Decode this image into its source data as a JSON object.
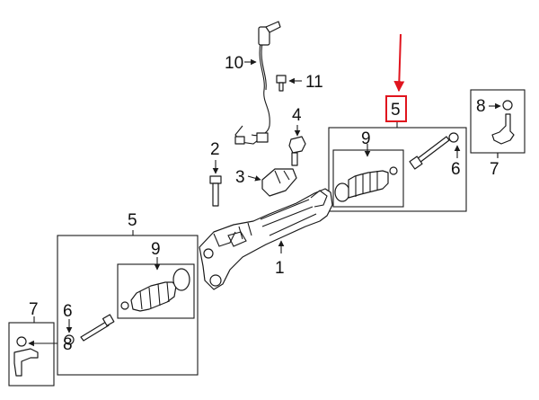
{
  "diagram": {
    "callouts": {
      "c1": "1",
      "c2": "2",
      "c3": "3",
      "c4": "4",
      "c5_highlight": "5",
      "c5_left": "5",
      "c6_right": "6",
      "c6_left": "6",
      "c7_right": "7",
      "c7_left": "7",
      "c8_right": "8",
      "c8_left": "8",
      "c9_right": "9",
      "c9_left": "9",
      "c10": "10",
      "c11": "11"
    },
    "highlight_color": "#e0141e",
    "icons": {
      "indicator": "red-arrow-down-icon",
      "pointer": "leader-arrow-icon"
    }
  }
}
